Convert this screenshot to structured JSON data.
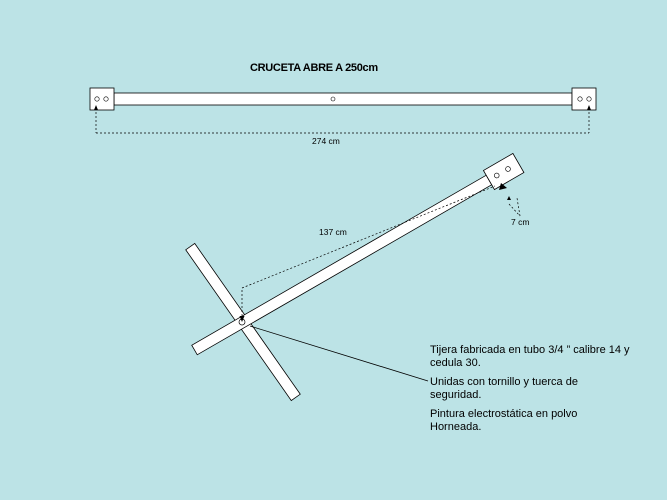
{
  "title": "CRUCETA ABRE A 250cm",
  "dimensions": {
    "total_length": "274 cm",
    "half_length": "137 cm",
    "offset": "7 cm"
  },
  "notes": [
    "Tijera fabricada en tubo 3/4 ” calibre 14 y cedula 30.",
    "Unidas con tornillo y tuerca de seguridad.",
    "Pintura electrostática en polvo Horneada."
  ],
  "colors": {
    "background": "#bce3e6",
    "tube_fill": "#ffffff",
    "stroke": "#000000"
  }
}
